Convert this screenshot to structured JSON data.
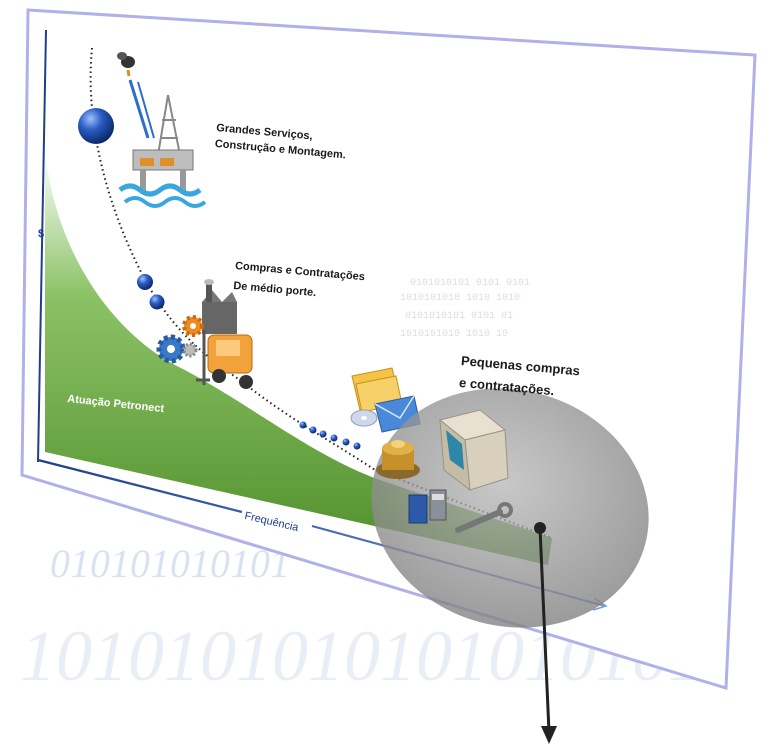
{
  "diagram": {
    "axis_y_label": "$",
    "axis_x_label": "Frequência",
    "labels": {
      "grandes": [
        "Grandes Serviços,",
        "Construção e Montagem."
      ],
      "compras_medio": [
        "Compras e Contratações",
        "De médio porte."
      ],
      "pequenas": [
        "Pequenas compras",
        "e contratações."
      ],
      "atuacao": "Atuação Petronect"
    },
    "background_binary": [
      "1010101010101010101",
      "010101010101"
    ],
    "icons": [
      "oil-platform-icon",
      "factory-icon",
      "gears-icon",
      "forklift-icon",
      "envelope-icon",
      "documents-icon",
      "cd-icon",
      "stamp-icon",
      "open-box-icon",
      "printer-icon",
      "wrench-icon"
    ],
    "colors": {
      "area_green": "#5f9e34",
      "axis_blue": "#1f3f8c",
      "sphere_blue": "#1e4fa8",
      "highlight_gray": "#8a8a8a",
      "frame_border": "#9b9be0"
    }
  }
}
